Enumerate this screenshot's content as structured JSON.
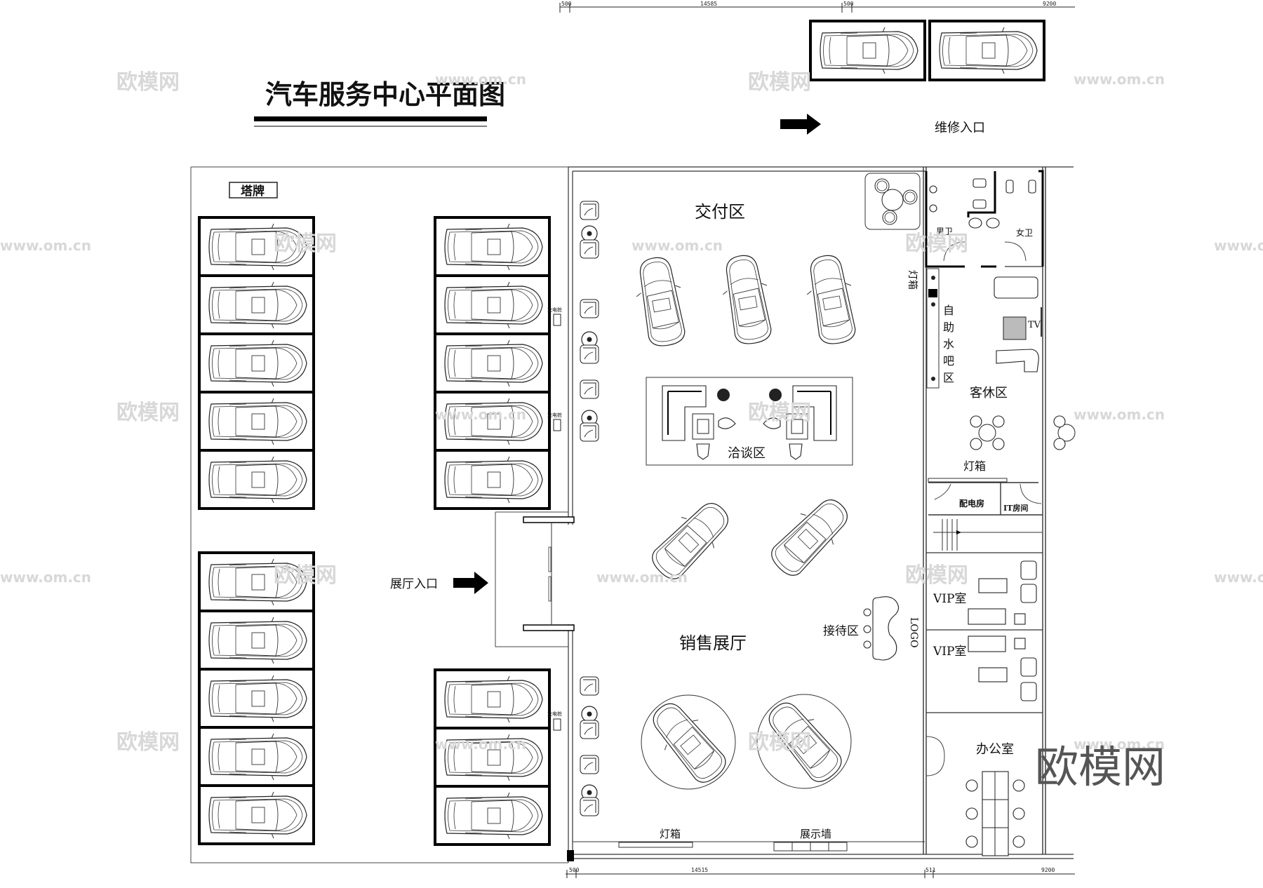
{
  "title": "汽车服务中心平面图",
  "labels": {
    "tower_sign": "塔牌",
    "delivery_area": "交付区",
    "negotiation_area": "洽谈区",
    "showroom_entrance": "展厅入口",
    "sales_showroom": "销售展厅",
    "reception_area": "接待区",
    "logo": "LOGO",
    "vip_room_1": "VIP室",
    "vip_room_2": "VIP室",
    "office": "办公室",
    "lightbox_bottom": "灯箱",
    "display_wall": "展示墙",
    "lightbox_mid": "灯箱",
    "lightbox_vertical": "灯箱",
    "power_room": "配电房",
    "it_room": "IT房间",
    "mens_restroom": "男卫",
    "womens_restroom": "女卫",
    "self_service_bar": "自助水吧区",
    "tv": "TV",
    "lounge_area": "客休区",
    "maintenance_entrance": "维修入口",
    "charging_pile": "充电桩"
  },
  "dimensions": {
    "top": [
      "500",
      "14585",
      "500",
      "9200"
    ],
    "bottom": [
      "500",
      "14515",
      "511",
      "9200"
    ]
  },
  "parking": {
    "left_upper_count": 5,
    "left_lower_count": 5,
    "middle_upper_count": 5,
    "middle_lower_count": 3,
    "top_right_count": 2
  },
  "watermark": {
    "brand": "欧模网",
    "url": "www.om.cn"
  }
}
